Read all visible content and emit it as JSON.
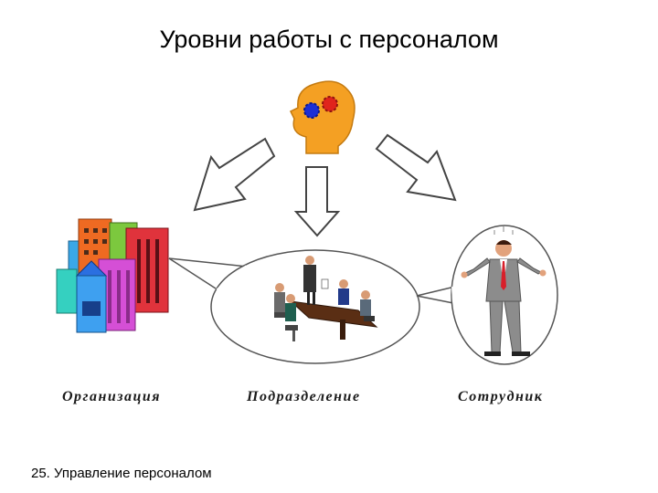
{
  "title": "Уровни работы с персоналом",
  "labels": {
    "organization": "Организация",
    "department": "Подразделение",
    "employee": "Сотрудник"
  },
  "footer": "25. Управление персоналом",
  "colors": {
    "head": "#f4a023",
    "gear_blue": "#1c2fd6",
    "gear_red": "#e0241c",
    "arrow_fill": "#ffffff",
    "arrow_stroke": "#444444"
  }
}
